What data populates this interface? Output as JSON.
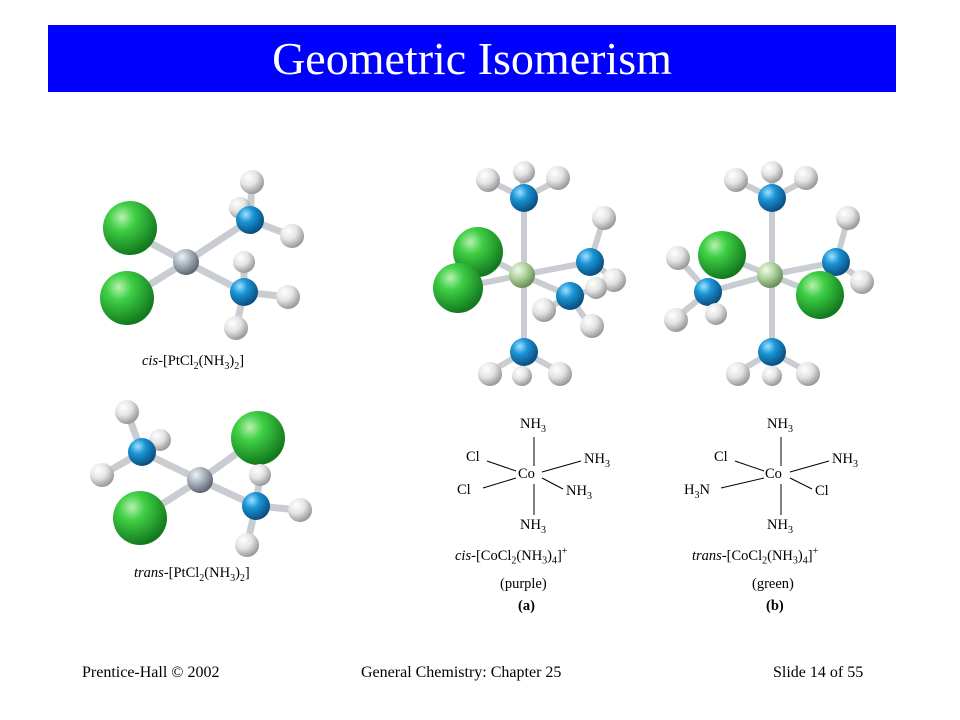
{
  "slide": {
    "title": "Geometric Isomerism",
    "colors": {
      "title_bar": "#0000ff",
      "title_text": "#ffffff",
      "chlorine": "#2db83d",
      "nitrogen": "#1587c9",
      "metal_pt": "#9aa3ad",
      "metal_co": "#a8c99a",
      "hydrogen": "#e2e2e2"
    }
  },
  "molecules": {
    "pt_cis": {
      "prefix": "cis",
      "formula_open": "-[PtCl",
      "sub1": "2",
      "mid": "(NH",
      "sub2": "3",
      "close": ")",
      "sub3": "2",
      "end": "]"
    },
    "pt_trans": {
      "prefix": "trans",
      "formula_open": "-[PtCl",
      "sub1": "2",
      "mid": "(NH",
      "sub2": "3",
      "close": ")",
      "sub3": "2",
      "end": "]"
    },
    "co_cis": {
      "prefix": "cis",
      "formula_open": "-[CoCl",
      "sub1": "2",
      "mid": "(NH",
      "sub2": "3",
      "close": ")",
      "sub3": "4",
      "end": "]",
      "charge": "+",
      "color_name": "(purple)",
      "panel": "(a)",
      "labels": {
        "center": "Co",
        "top": "NH",
        "top_sub": "3",
        "bottom": "NH",
        "bottom_sub": "3",
        "upper_left": "Cl",
        "lower_left": "Cl",
        "upper_right": "NH",
        "upper_right_sub": "3",
        "lower_right": "NH",
        "lower_right_sub": "3"
      }
    },
    "co_trans": {
      "prefix": "trans",
      "formula_open": "-[CoCl",
      "sub1": "2",
      "mid": "(NH",
      "sub2": "3",
      "close": ")",
      "sub3": "4",
      "end": "]",
      "charge": "+",
      "color_name": "(green)",
      "panel": "(b)",
      "labels": {
        "center": "Co",
        "top": "NH",
        "top_sub": "3",
        "bottom": "NH",
        "bottom_sub": "3",
        "upper_left": "Cl",
        "lower_left_pre": "H",
        "lower_left_sub": "3",
        "lower_left_post": "N",
        "upper_right": "NH",
        "upper_right_sub": "3",
        "lower_right": "Cl"
      }
    }
  },
  "footer": {
    "left": "Prentice-Hall © 2002",
    "center": "General Chemistry: Chapter 25",
    "right": "Slide 14 of 55"
  }
}
